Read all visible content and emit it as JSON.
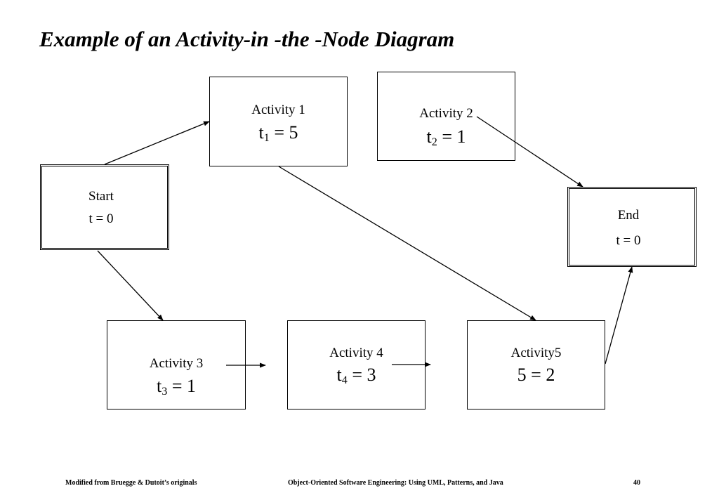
{
  "title": "Example of an Activity-in -the -Node Diagram",
  "nodes": {
    "start": {
      "name": "Start",
      "time": "t = 0"
    },
    "end": {
      "name": "End",
      "time": "t = 0"
    },
    "activity1": {
      "name": "Activity 1",
      "t_var": "t",
      "t_sub": "1",
      "t_rest": " = 5"
    },
    "activity2": {
      "name": "Activity 2",
      "t_var": "t",
      "t_sub": "2",
      "t_rest": " = 1"
    },
    "activity3": {
      "name": "Activity 3",
      "t_var": "t",
      "t_sub": "3",
      "t_rest": " = 1"
    },
    "activity4": {
      "name": "Activity 4",
      "t_var": "t",
      "t_sub": "4",
      "t_rest": " = 3"
    },
    "activity5": {
      "name": "Activity5",
      "time": "5 = 2"
    }
  },
  "edges": [
    {
      "from": "Start",
      "to": "Activity 1"
    },
    {
      "from": "Start",
      "to": "Activity 3"
    },
    {
      "from": "Activity 1",
      "to": "Activity5"
    },
    {
      "from": "Activity 2",
      "to": "End"
    },
    {
      "from": "Activity 3",
      "to": "Activity 4"
    },
    {
      "from": "Activity 4",
      "to": "Activity5"
    },
    {
      "from": "Activity5",
      "to": "End"
    }
  ],
  "footer": {
    "left": "Modified from Bruegge & Dutoit’s originals",
    "center": "Object-Oriented Software Engineering: Using UML, Patterns, and Java",
    "page": "40"
  }
}
